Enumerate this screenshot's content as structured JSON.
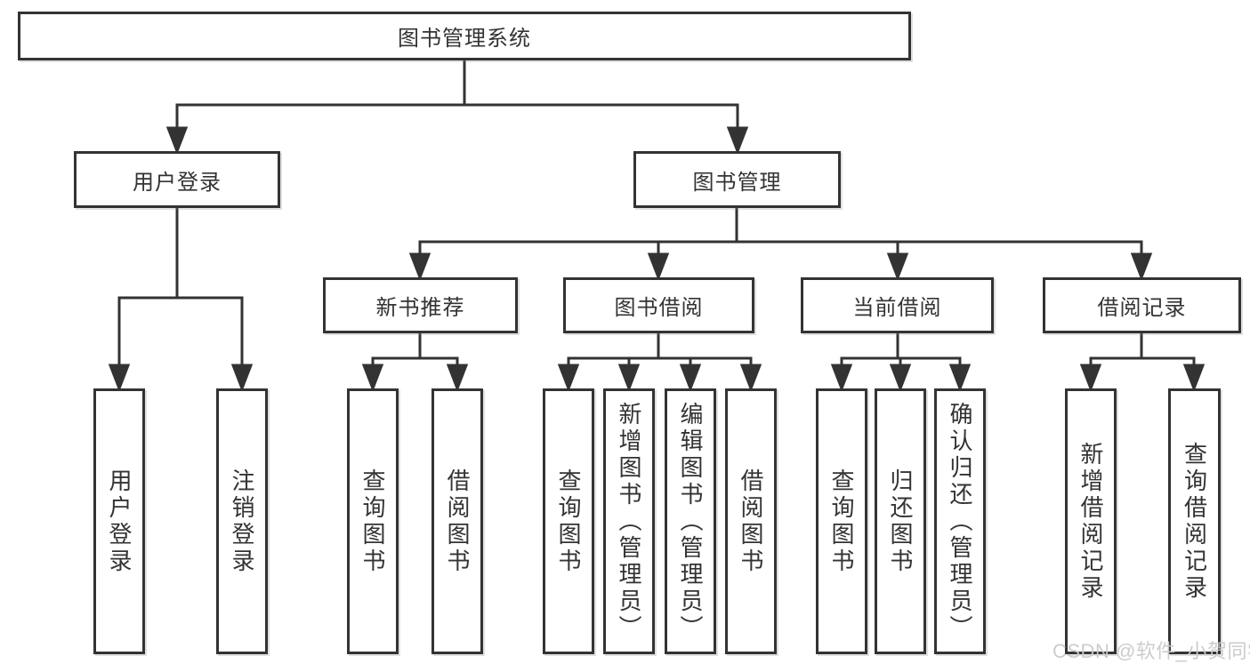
{
  "diagram": {
    "type": "hierarchy-tree",
    "title": "图书管理系统",
    "tree": {
      "label": "图书管理系统",
      "children": [
        {
          "label": "用户登录",
          "children": [
            {
              "label": "用户登录"
            },
            {
              "label": "注销登录"
            }
          ]
        },
        {
          "label": "图书管理",
          "children": [
            {
              "label": "新书推荐",
              "children": [
                {
                  "label": "查询图书"
                },
                {
                  "label": "借阅图书"
                }
              ]
            },
            {
              "label": "图书借阅",
              "children": [
                {
                  "label": "查询图书"
                },
                {
                  "label": "新增图书（管理员）"
                },
                {
                  "label": "编辑图书（管理员）"
                },
                {
                  "label": "借阅图书"
                }
              ]
            },
            {
              "label": "当前借阅",
              "children": [
                {
                  "label": "查询图书"
                },
                {
                  "label": "归还图书"
                },
                {
                  "label": "确认归还（管理员）"
                }
              ]
            },
            {
              "label": "借阅记录",
              "children": [
                {
                  "label": "新增借阅记录"
                },
                {
                  "label": "查询借阅记录"
                }
              ]
            }
          ]
        }
      ]
    },
    "colors": {
      "line": "#333333",
      "box_border": "#333333",
      "box_fill": "#ffffff",
      "text": "#333333",
      "watermark": "#c9c9c9",
      "background": "#ffffff"
    }
  },
  "watermark": {
    "text": "CSDN @软件_小贺同学"
  }
}
